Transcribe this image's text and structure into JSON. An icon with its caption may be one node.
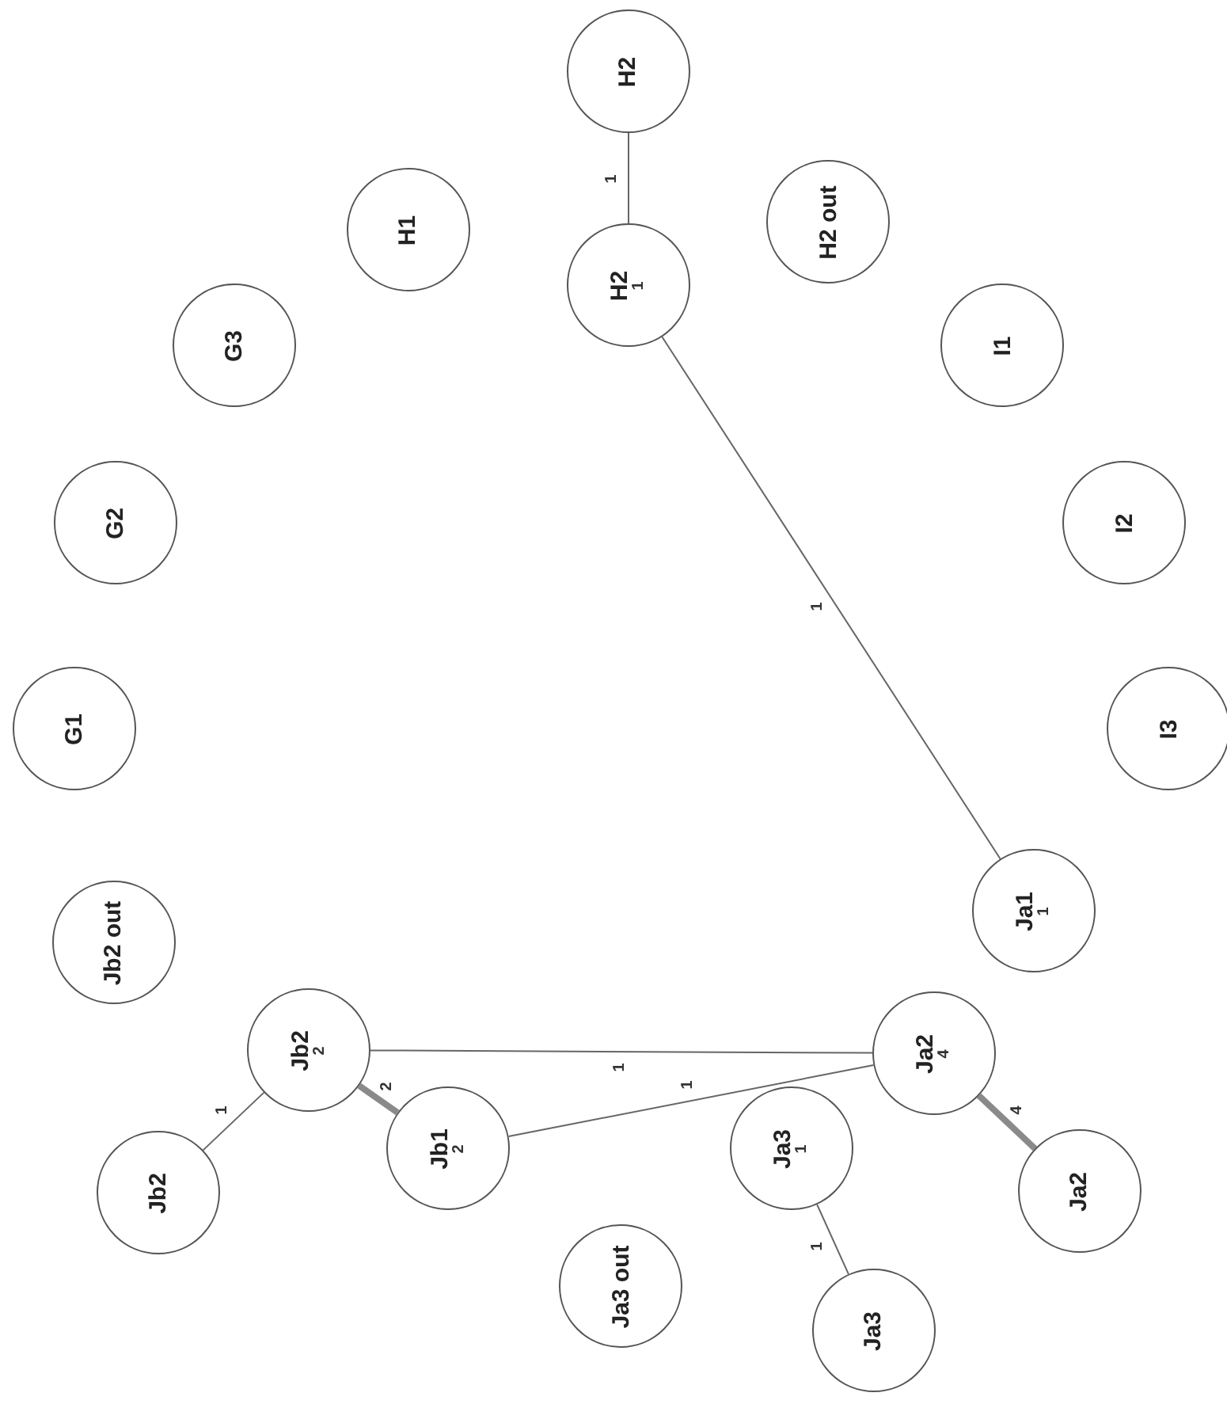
{
  "diagram": {
    "nodes": [
      {
        "text": [
          "H2"
        ]
      },
      {
        "text": [
          "H2",
          "1"
        ]
      },
      {
        "text": [
          "H1"
        ]
      },
      {
        "text": [
          "H2 out"
        ]
      },
      {
        "text": [
          "G3"
        ]
      },
      {
        "text": [
          "I1"
        ]
      },
      {
        "text": [
          "G2"
        ]
      },
      {
        "text": [
          "I2"
        ]
      },
      {
        "text": [
          "G1"
        ]
      },
      {
        "text": [
          "I3"
        ]
      },
      {
        "text": [
          "Ja1",
          "1"
        ]
      },
      {
        "text": [
          "Jb2 out"
        ]
      },
      {
        "text": [
          "Jb2",
          "2"
        ]
      },
      {
        "text": [
          "Ja2",
          "4"
        ]
      },
      {
        "text": [
          "Jb1",
          "2"
        ]
      },
      {
        "text": [
          "Ja3",
          "1"
        ]
      },
      {
        "text": [
          "Jb2"
        ]
      },
      {
        "text": [
          "Ja2"
        ]
      },
      {
        "text": [
          "Ja3 out"
        ]
      },
      {
        "text": [
          "Ja3"
        ]
      }
    ],
    "edges": [
      {
        "from": 0,
        "to": 1,
        "arrow": "none",
        "label": "1"
      },
      {
        "from": 1,
        "to": 10,
        "arrow": "none",
        "label": "1"
      },
      {
        "from": 12,
        "to": 13,
        "arrow": "none",
        "label": "1"
      },
      {
        "from": 14,
        "to": 13,
        "arrow": "none",
        "label": "1"
      },
      {
        "from": 12,
        "to": 14,
        "arrow": "none",
        "label": "2",
        "style": "thick",
        "color": "#8a8a8a"
      },
      {
        "from": 16,
        "to": 12,
        "arrow": "none",
        "label": "1"
      },
      {
        "from": 15,
        "to": 19,
        "arrow": "none",
        "label": "1"
      },
      {
        "from": 13,
        "to": 17,
        "arrow": "none",
        "label": "4",
        "style": "thick",
        "color": "#8a8a8a"
      }
    ]
  }
}
